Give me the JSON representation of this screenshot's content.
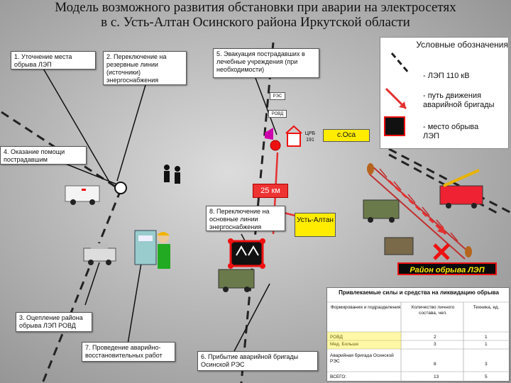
{
  "title_line1": "Модель возможного развития обстановки при аварии на электросетях",
  "title_line2": "в с. Усть-Алтан Осинского района Иркутской области",
  "steps": {
    "s1": "1. Уточнение места обрыва ЛЭП",
    "s2": "2. Переключение на резервные линии (источники) энергоснабжения",
    "s3": "3. Оцепление района обрыва ЛЭП РОВД",
    "s4": "4. Оказание помощи пострадавшим",
    "s5": "5. Эвакуация пострадавших в лечебные учреждения (при необходимости)",
    "s6": "6. Прибытие аварийной бригады Осинской РЭС",
    "s7": "7. Проведение аварийно-восстановительных работ",
    "s8": "8. Переключение на основные линии энергоснабжения"
  },
  "legend": {
    "title": "Условные обозначения",
    "line": "- ЛЭП 110 кВ",
    "path": "- путь движения аварийной бригады",
    "break": "- место обрыва ЛЭП"
  },
  "map": {
    "osa": "с.Оса",
    "ust_altan": "Усть-Алтан",
    "distance": "25 км",
    "crb": "ЦРБ",
    "crb_num": "191",
    "res_tag": "РЭС",
    "rovd_tag": "РОВД",
    "area": "Район обрыва ЛЭП"
  },
  "forces": {
    "title": "Привлекаемые силы и средства на ликвидацию обрыва",
    "headers": [
      "Формирования и подразделения",
      "Количество личного состава, чел.",
      "Техника, ед."
    ],
    "rows": [
      [
        "РОВД",
        "2",
        "1"
      ],
      [
        "Мед. Больше",
        "3",
        "1"
      ],
      [
        "Аварийная бригада Осинской РЭС",
        "8",
        "3"
      ],
      [
        "ВСЕГО:",
        "13",
        "5"
      ]
    ]
  },
  "colors": {
    "route": "#e53030",
    "line": "#222222",
    "accent": "#e11111"
  }
}
